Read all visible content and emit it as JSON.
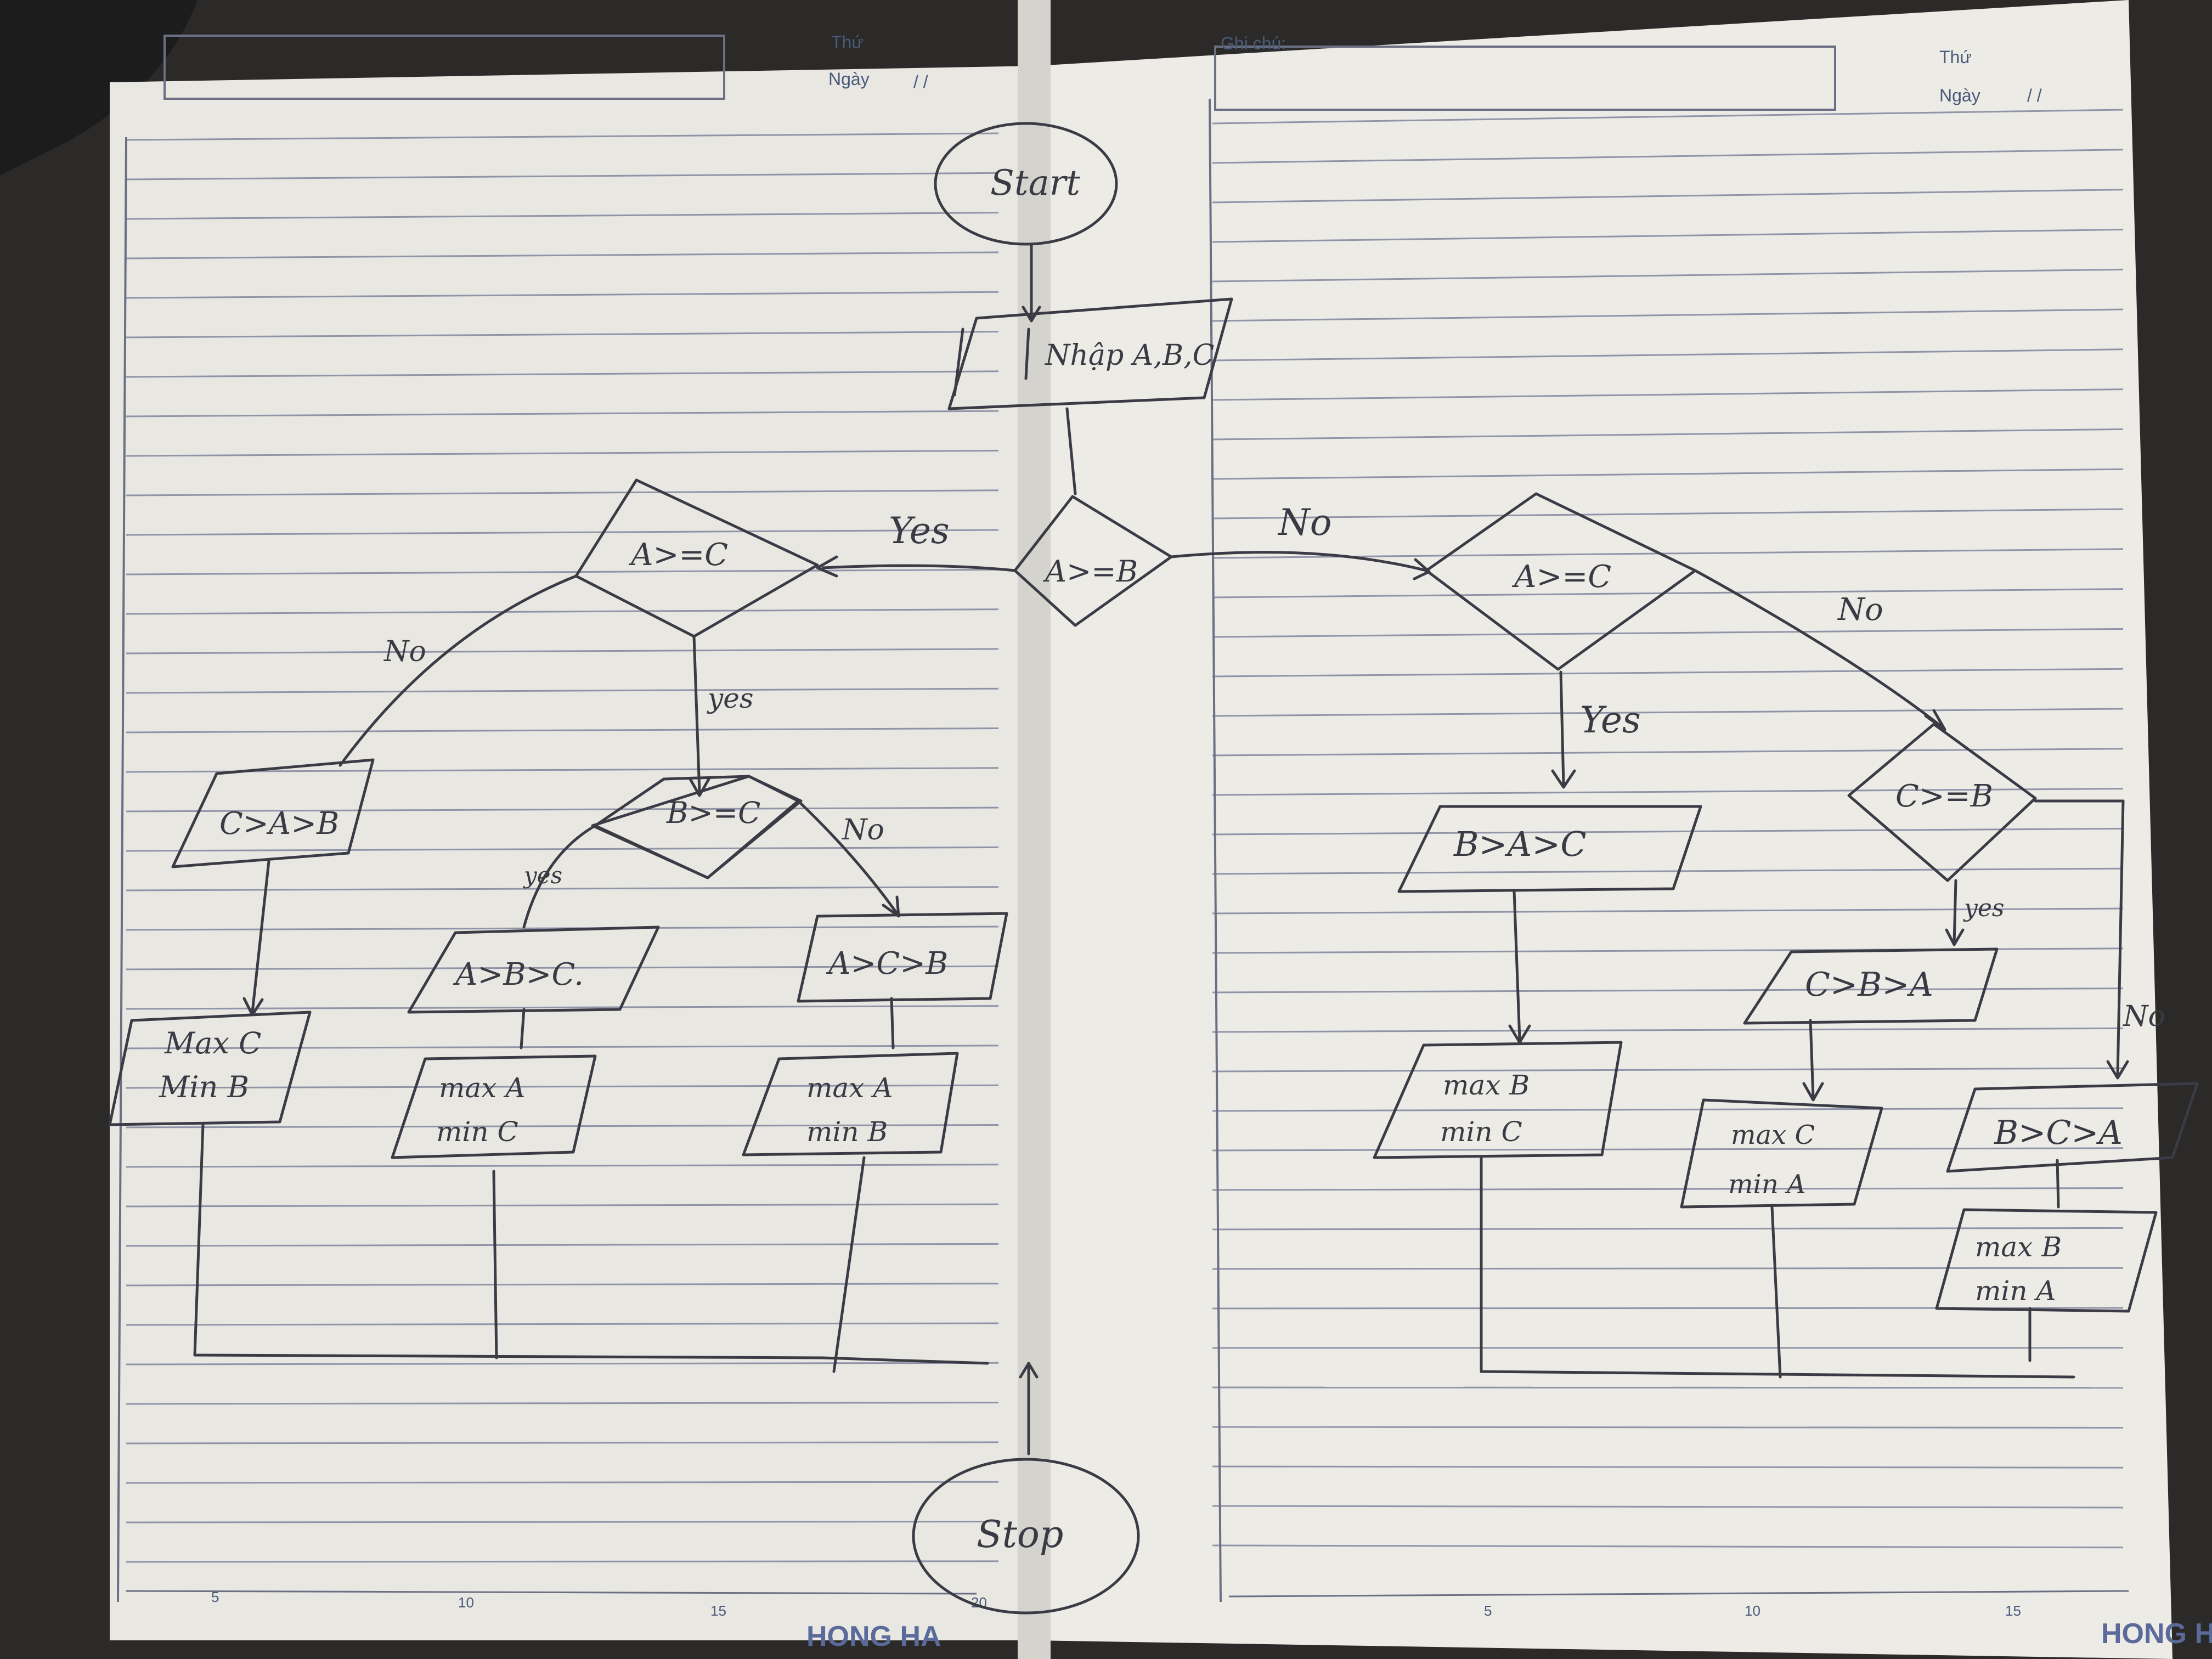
{
  "page_header": {
    "left": {
      "thu": "Thứ",
      "ngay": "Ngày",
      "date_slashes": "/     /"
    },
    "right": {
      "ghi_chu": "Ghi chú:",
      "thu": "Thứ",
      "ngay": "Ngày",
      "date_slashes": "/     /"
    }
  },
  "ruler": {
    "left": [
      "5",
      "10",
      "15",
      "20"
    ],
    "right": [
      "5",
      "10",
      "15"
    ]
  },
  "brand": {
    "left": "HONG HA",
    "right": "HONG HA"
  },
  "flowchart": {
    "start": "Start",
    "input": "Nhập A,B,C",
    "cond_main": "A>=B",
    "cond_left": "A>=C",
    "cond_left_inner": "B>=C",
    "cond_right": "A>=C",
    "cond_right_inner": "C>=B",
    "out_cab": "C>A>B",
    "out_abc": "A>B>C.",
    "out_acb": "A>C>B",
    "out_bac": "B>A>C",
    "out_cba": "C>B>A",
    "out_bca": "B>C>A",
    "res1": {
      "max": "Max C",
      "min": "Min B"
    },
    "res2": {
      "max": "max A",
      "min": "min C"
    },
    "res3": {
      "max": "max A",
      "min": "min B"
    },
    "res4": {
      "max": "max B",
      "min": "min C"
    },
    "res5": {
      "max": "max C",
      "min": "min A"
    },
    "res6": {
      "max": "max B",
      "min": "min A"
    },
    "stop": "Stop",
    "labels": {
      "yes": "Yes",
      "no": "No",
      "yes_lower": "yes"
    }
  }
}
